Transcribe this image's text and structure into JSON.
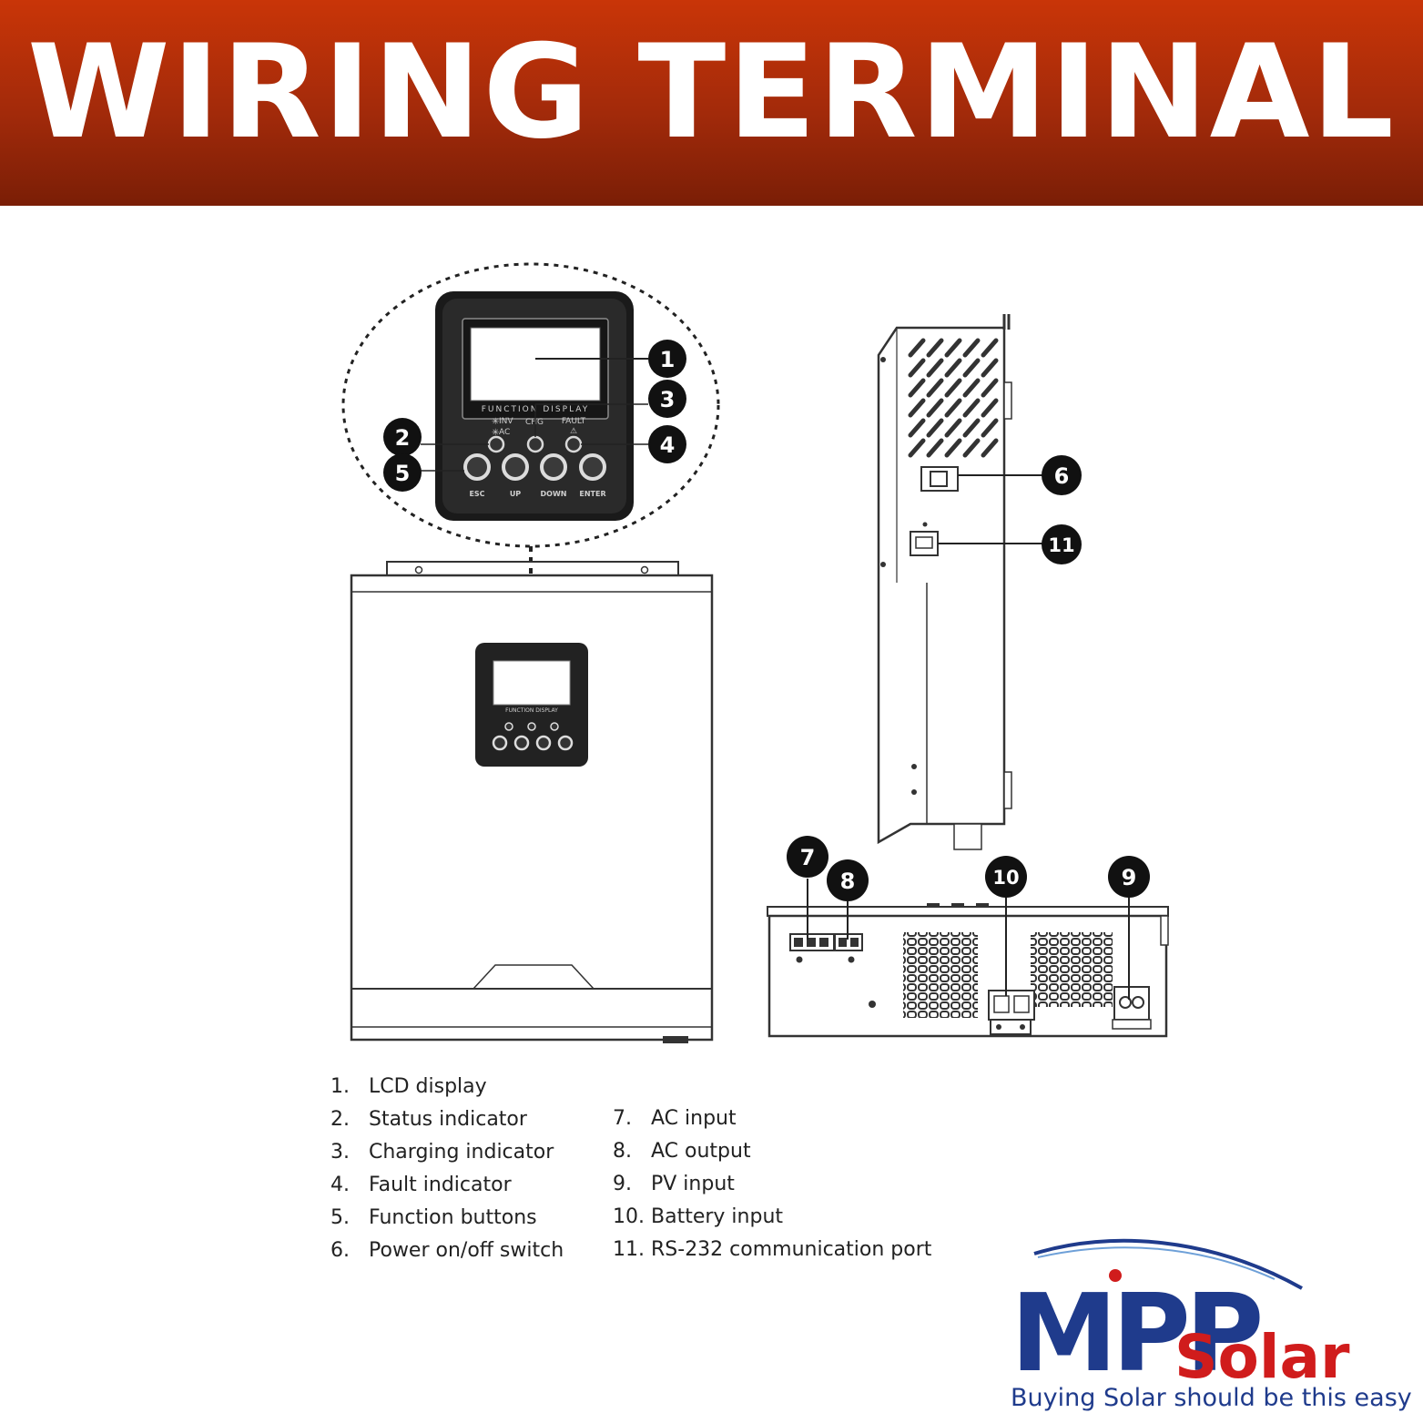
{
  "banner": {
    "title": "WIRING TERMINAL"
  },
  "panel": {
    "brand": "FUNCTION DISPLAY",
    "indicators": {
      "inv": "INV",
      "ac": "AC",
      "chg": "CHG",
      "fault": "FAULT"
    },
    "buttons": [
      "ESC",
      "UP",
      "DOWN",
      "ENTER"
    ]
  },
  "callouts": [
    "1",
    "2",
    "3",
    "4",
    "5",
    "6",
    "7",
    "8",
    "9",
    "10",
    "11"
  ],
  "legend": {
    "left": [
      {
        "num": "1.",
        "label": "LCD display"
      },
      {
        "num": "2.",
        "label": "Status indicator"
      },
      {
        "num": "3.",
        "label": "Charging indicator"
      },
      {
        "num": "4.",
        "label": "Fault indicator"
      },
      {
        "num": "5.",
        "label": "Function buttons"
      },
      {
        "num": "6.",
        "label": "Power on/off switch"
      }
    ],
    "right": [
      {
        "num": "7.",
        "label": "AC input"
      },
      {
        "num": "8.",
        "label": "AC output"
      },
      {
        "num": "9.",
        "label": "PV input"
      },
      {
        "num": "10.",
        "label": "Battery input"
      },
      {
        "num": "11.",
        "label": "RS-232 communication port"
      }
    ]
  },
  "logo": {
    "mark": "MPP",
    "word": "Solar",
    "tagline": "Buying Solar should be this easy"
  },
  "colors": {
    "banner": "#a82c0a",
    "logo_blue": "#1f3b8c",
    "logo_red": "#d01c1c"
  }
}
